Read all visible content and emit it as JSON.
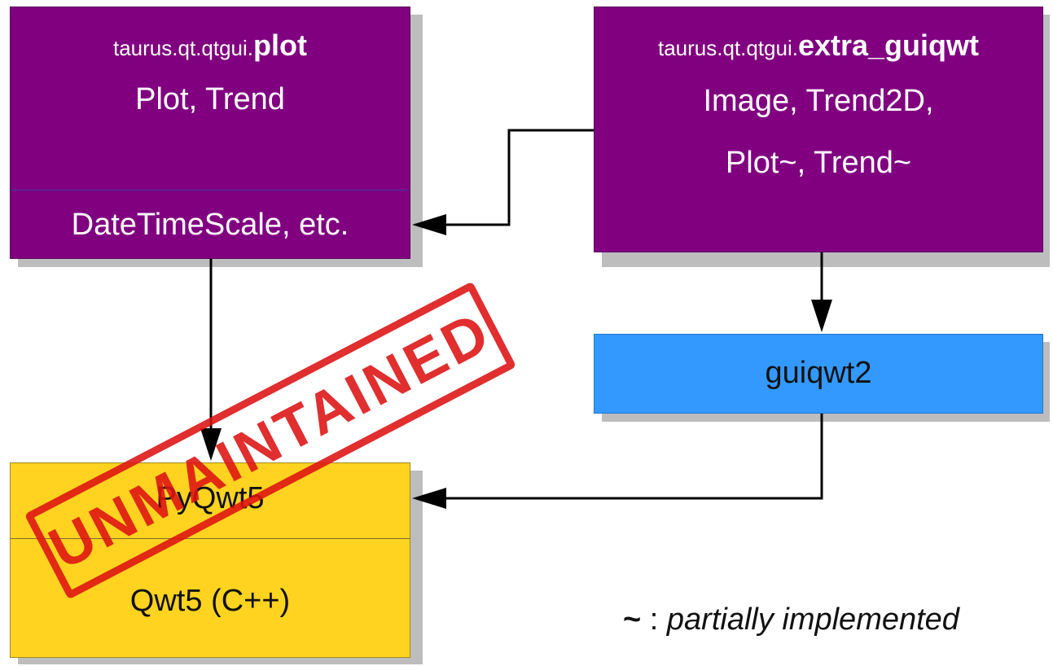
{
  "plot_box": {
    "module_prefix": "taurus.qt.qtgui.",
    "module_name": "plot",
    "classes": "Plot, Trend",
    "lower": "DateTimeScale, etc."
  },
  "guiqwt_box": {
    "module_prefix": "taurus.qt.qtgui.",
    "module_name": "extra_guiqwt",
    "classes_line1": "Image, Trend2D,",
    "classes_line2": "Plot~, Trend~"
  },
  "guiqwt2_box": {
    "label": "guiqwt2"
  },
  "qwt_box": {
    "top": "PyQwt5",
    "bottom": "Qwt5 (C++)"
  },
  "stamp": {
    "text": "UNMAINTAINED",
    "color": "#dd1111"
  },
  "legend": {
    "symbol": "~",
    "separator": " : ",
    "text": "partially implemented"
  },
  "colors": {
    "purple": "#800080",
    "blue": "#3399ff",
    "yellow": "#ffd320"
  }
}
